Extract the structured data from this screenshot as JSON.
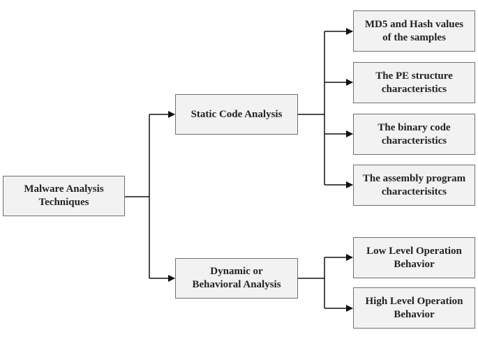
{
  "diagram": {
    "root": {
      "line1": "Malware Analysis",
      "line2": "Techniques"
    },
    "static": {
      "label": "Static Code Analysis"
    },
    "dynamic": {
      "line1": "Dynamic or",
      "line2": "Behavioral Analysis"
    },
    "static_items": [
      {
        "line1": "MD5 and Hash values",
        "line2": "of the samples"
      },
      {
        "line1": "The PE structure",
        "line2": "characteristics"
      },
      {
        "line1": "The binary code",
        "line2": "characteristics"
      },
      {
        "line1": "The assembly program",
        "line2": "characterisitcs"
      }
    ],
    "dynamic_items": [
      {
        "line1": "Low Level Operation",
        "line2": "Behavior"
      },
      {
        "line1": "High Level Operation",
        "line2": "Behavior"
      }
    ]
  }
}
